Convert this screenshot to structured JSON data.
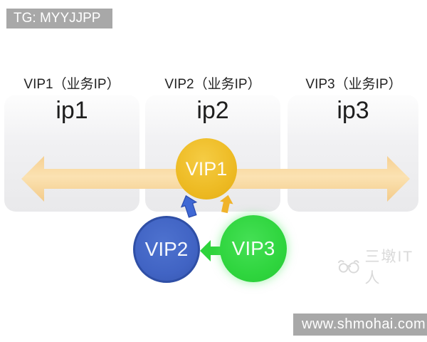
{
  "banners": {
    "top_left": "TG: MYYJJPP",
    "bottom_right": "www.shmohai.com"
  },
  "columns": [
    {
      "header": "VIP1（业务IP）",
      "ip": "ip1"
    },
    {
      "header": "VIP2（业务IP）",
      "ip": "ip2"
    },
    {
      "header": "VIP3（业务IP）",
      "ip": "ip3"
    }
  ],
  "nodes": {
    "vip1": "VIP1",
    "vip2": "VIP2",
    "vip3": "VIP3"
  },
  "watermark": {
    "text": "三墩IT人"
  },
  "colors": {
    "banner_bg": "#a8a8a8",
    "card_bg": "#e9e9eb",
    "big_arrow": "#f8d69b",
    "vip1_fill": "#eebc26",
    "vip2_fill": "#4164c4",
    "vip2_border": "#2f4fa6",
    "vip3_fill": "#2fd53e",
    "green_arrow": "#2fd43c",
    "blue_arrow": "#3f68d4",
    "yellow_arrow": "#f0b32a",
    "watermark_gray": "#d9d9d9"
  }
}
